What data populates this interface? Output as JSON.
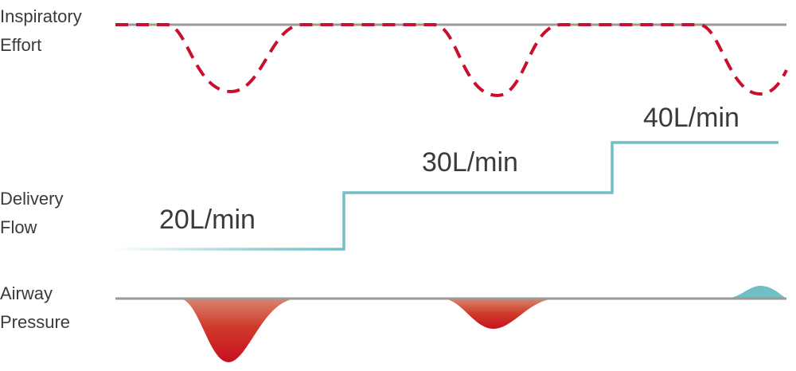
{
  "labels": {
    "effort": [
      "Inspiratory",
      "Effort"
    ],
    "flow": [
      "Delivery",
      "Flow"
    ],
    "pressure": [
      "Airway",
      "Pressure"
    ]
  },
  "flow_rates": [
    "20L/min",
    "30L/min",
    "40L/min"
  ],
  "colors": {
    "baseline": "#9a9a9a",
    "effort": "#c8102e",
    "flow": "#6fbfc4",
    "pressure_dark": "#c8101e",
    "pressure_light": "#d9846e",
    "bump": "#6fbfc4"
  }
}
